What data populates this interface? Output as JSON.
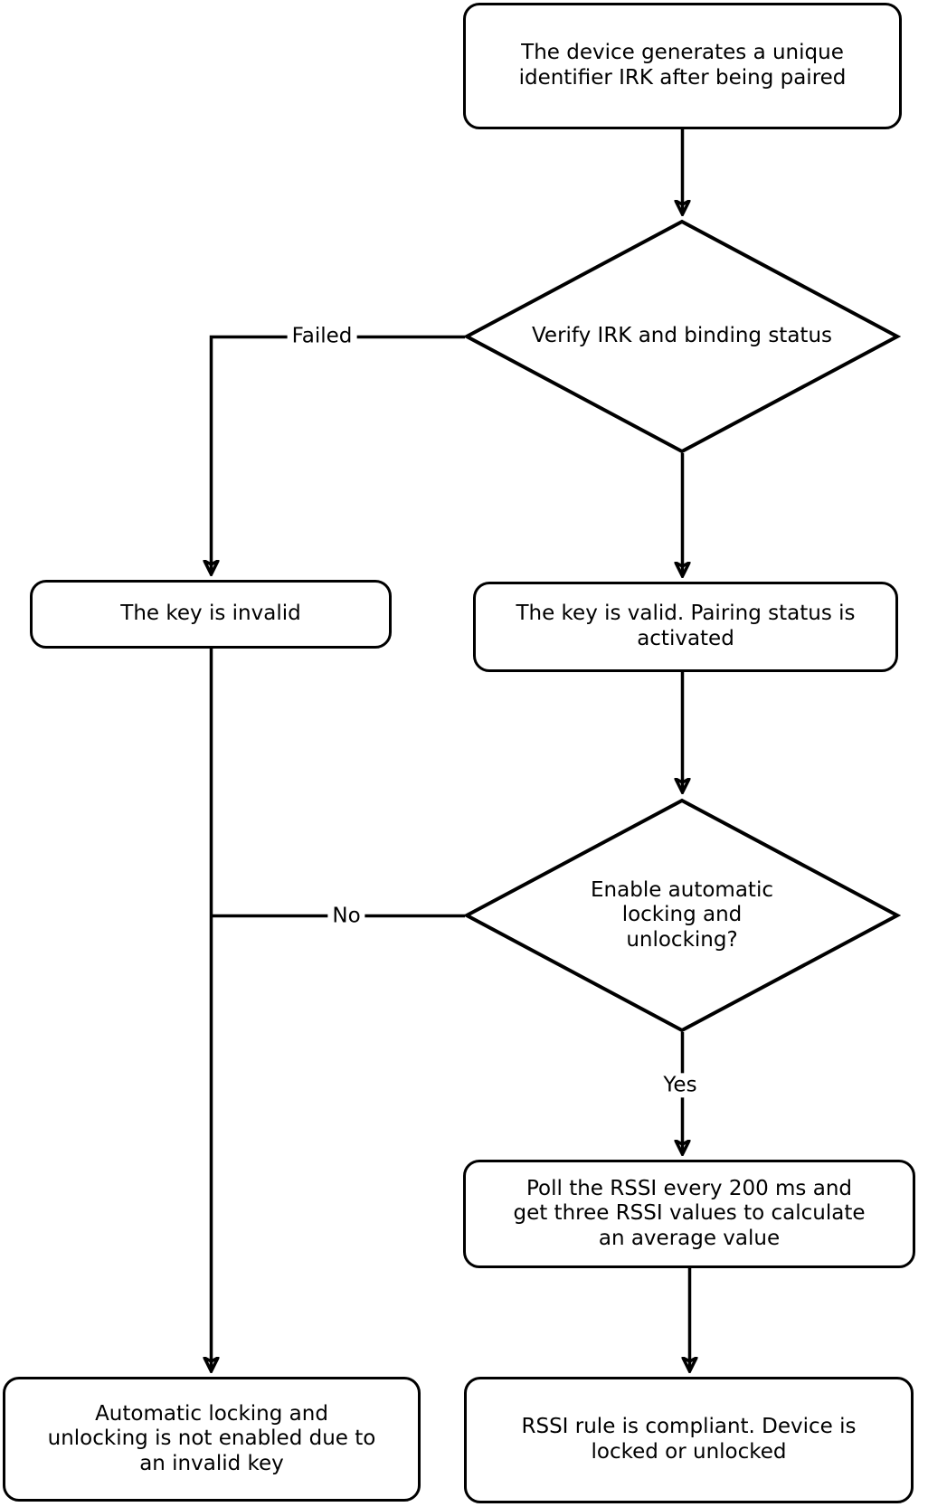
{
  "diagram": {
    "type": "flowchart",
    "colors": {
      "stroke": "#000000",
      "fill": "#ffffff",
      "text": "#000000"
    },
    "nodes": {
      "start": {
        "shape": "rounded-rect",
        "text": "The device generates a unique identifier IRK after being paired"
      },
      "verify_irk": {
        "shape": "diamond",
        "text": "Verify IRK and binding status"
      },
      "key_invalid": {
        "shape": "rounded-rect",
        "text": "The key is invalid"
      },
      "key_valid": {
        "shape": "rounded-rect",
        "text": "The key is valid. Pairing status is activated"
      },
      "enable_auto": {
        "shape": "diamond",
        "text": "Enable automatic locking and unlocking?"
      },
      "poll_rssi": {
        "shape": "rounded-rect",
        "text": "Poll the RSSI every 200 ms and get three RSSI values to calculate an average value"
      },
      "auto_not_enabled": {
        "shape": "rounded-rect",
        "text": "Automatic locking and unlocking is not enabled due to an invalid key"
      },
      "rssi_compliant": {
        "shape": "rounded-rect",
        "text": "RSSI rule is compliant. Device is locked or unlocked"
      }
    },
    "edge_labels": {
      "failed": "Failed",
      "no": "No",
      "yes": "Yes"
    }
  }
}
